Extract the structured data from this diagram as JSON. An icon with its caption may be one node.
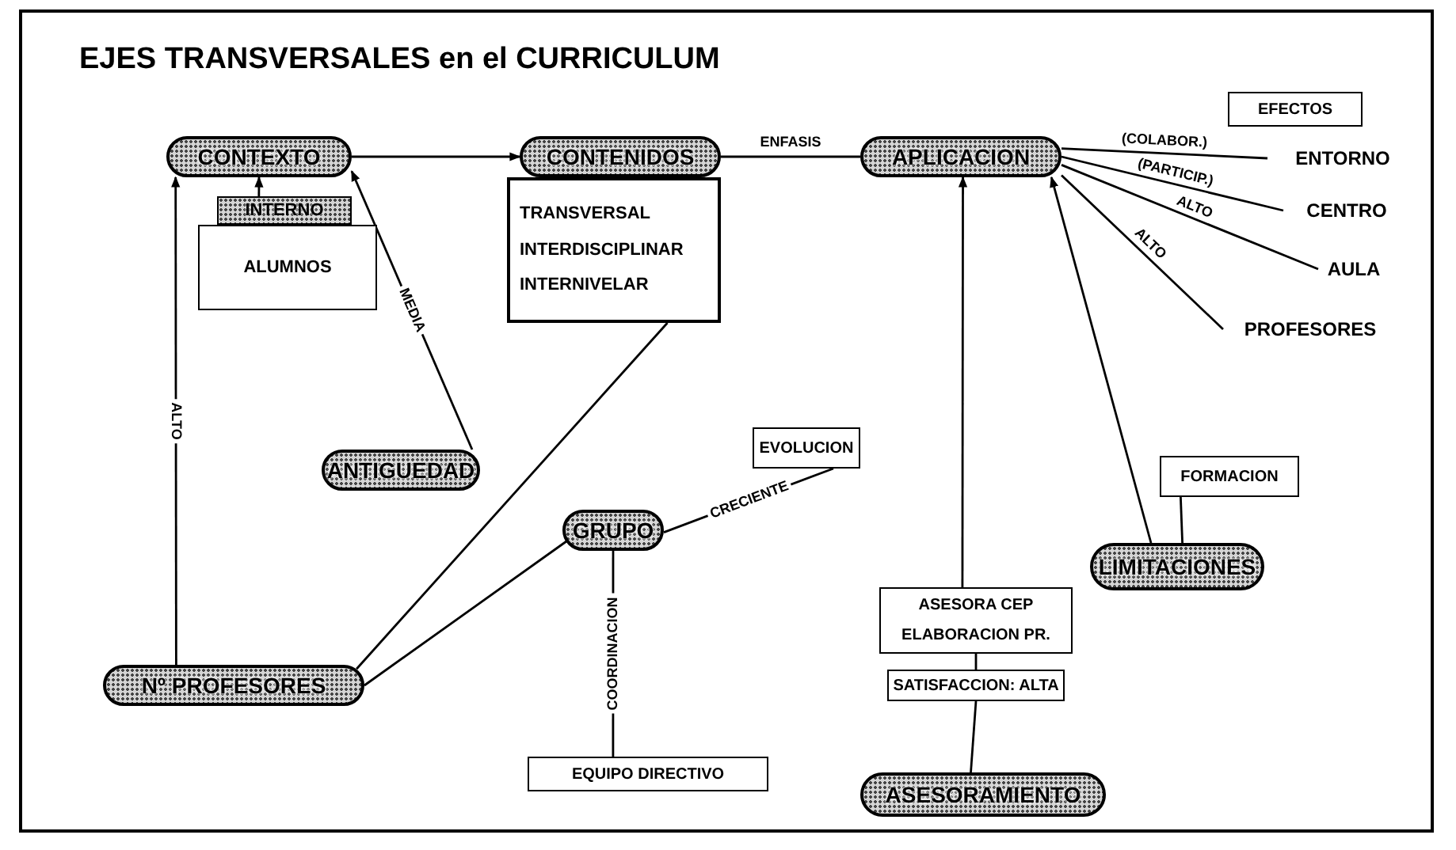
{
  "diagram": {
    "title": "EJES TRANSVERSALES en el CURRICULUM",
    "nodes": [
      {
        "text": [
          "CONTEXTO"
        ]
      },
      {
        "text": [
          "INTERNO",
          "ALUMNOS"
        ]
      },
      {
        "text": [
          "CONTENIDOS"
        ]
      },
      {
        "text": [
          "TRANSVERSAL",
          "INTERDISCIPLINAR",
          "INTERNIVELAR"
        ]
      },
      {
        "text": [
          "APLICACION"
        ]
      },
      {
        "text": [
          "EFECTOS"
        ]
      },
      {
        "text": [
          "ENTORNO"
        ]
      },
      {
        "text": [
          "CENTRO"
        ]
      },
      {
        "text": [
          "AULA"
        ]
      },
      {
        "text": [
          "PROFESORES"
        ]
      },
      {
        "text": [
          "ANTIGUEDAD"
        ]
      },
      {
        "text": [
          "EVOLUCION"
        ]
      },
      {
        "text": [
          "GRUPO"
        ]
      },
      {
        "text": [
          "FORMACION"
        ]
      },
      {
        "text": [
          "LIMITACIONES"
        ]
      },
      {
        "text": [
          "Nº PROFESORES"
        ]
      },
      {
        "text": [
          "ASESORA CEP",
          "ELABORACION PR."
        ]
      },
      {
        "text": [
          "SATISFACCION: ALTA"
        ]
      },
      {
        "text": [
          "EQUIPO DIRECTIVO"
        ]
      },
      {
        "text": [
          "ASESORAMIENTO"
        ]
      }
    ],
    "edges": [
      {
        "from": 0,
        "to": 2,
        "arrow": "to"
      },
      {
        "from": 1,
        "to": 0,
        "arrow": "to"
      },
      {
        "from": 2,
        "to": 4,
        "arrow": "none",
        "label": "ENFASIS"
      },
      {
        "from": 10,
        "to": 0,
        "arrow": "to",
        "label": "MEDIA"
      },
      {
        "from": 15,
        "to": 0,
        "arrow": "to",
        "label": "ALTO"
      },
      {
        "from": 15,
        "to": 3,
        "arrow": "none"
      },
      {
        "from": 15,
        "to": 12,
        "arrow": "none"
      },
      {
        "from": 12,
        "to": 11,
        "arrow": "none",
        "label": "CRECIENTE"
      },
      {
        "from": 12,
        "to": 18,
        "arrow": "none",
        "label": "COORDINACION"
      },
      {
        "from": 4,
        "to": 6,
        "arrow": "none",
        "label": "(COLABOR.)"
      },
      {
        "from": 4,
        "to": 7,
        "arrow": "none",
        "label": "(PARTICIP.)"
      },
      {
        "from": 4,
        "to": 8,
        "arrow": "none",
        "label": "ALTO"
      },
      {
        "from": 4,
        "to": 9,
        "arrow": "none",
        "label": "ALTO"
      },
      {
        "from": 16,
        "to": 4,
        "arrow": "to"
      },
      {
        "from": 14,
        "to": 4,
        "arrow": "to"
      },
      {
        "from": 13,
        "to": 14,
        "arrow": "none"
      },
      {
        "from": 16,
        "to": 17,
        "arrow": "none"
      },
      {
        "from": 17,
        "to": 19,
        "arrow": "none"
      }
    ]
  }
}
